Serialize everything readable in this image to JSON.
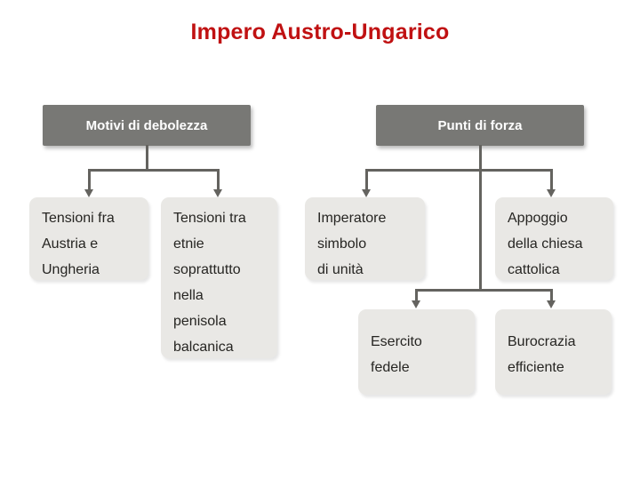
{
  "colors": {
    "accent": "#c01112",
    "header-bg": "#787875",
    "header-text": "#ffffff",
    "box-bg": "#e9e8e5",
    "box-text": "#262522",
    "connector": "#64635f",
    "page-bg": "#ffffff"
  },
  "slide": {
    "title": "Impero Austro-Ungarico"
  },
  "diagram": {
    "left": {
      "header": "Motivi di debolezza",
      "boxes": [
        {
          "lines": [
            "Tensioni fra",
            "Austria e",
            "Ungheria"
          ]
        },
        {
          "lines": [
            "Tensioni tra",
            "etnie",
            "soprattutto",
            "nella",
            "penisola",
            "balcanica"
          ]
        }
      ]
    },
    "right": {
      "header": "Punti di forza",
      "row1": [
        {
          "lines": [
            "Imperatore",
            "simbolo",
            "di unità"
          ]
        },
        {
          "lines": [
            "Appoggio",
            "della chiesa",
            "cattolica"
          ]
        }
      ],
      "row2": [
        {
          "lines": [
            "Esercito",
            "fedele"
          ]
        },
        {
          "lines": [
            "Burocrazia",
            "efficiente"
          ]
        }
      ]
    }
  }
}
